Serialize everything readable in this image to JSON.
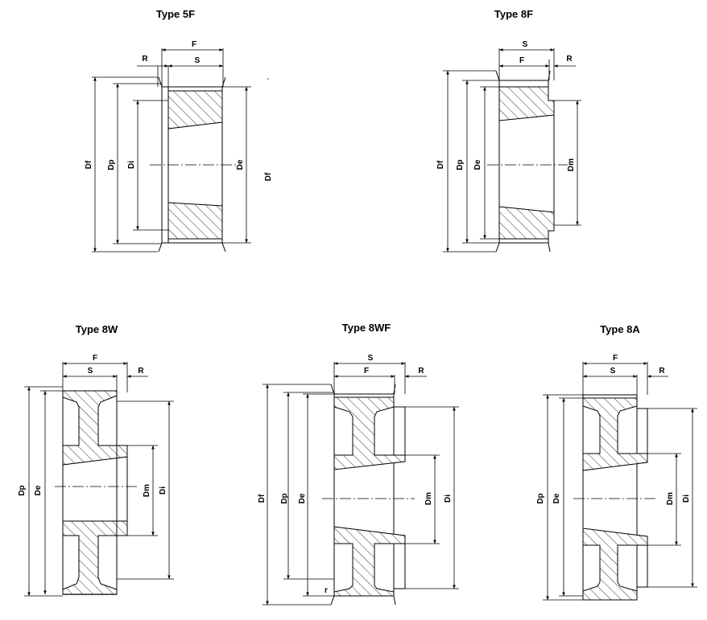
{
  "diagrams": [
    {
      "title": "Type 5F",
      "labels": {
        "F": "F",
        "S": "S",
        "R": "R",
        "Df": "Df",
        "Dp": "Dp",
        "Di": "Di",
        "De": "De",
        "extra": "Df"
      }
    },
    {
      "title": "Type 8F",
      "labels": {
        "S": "S",
        "F": "F",
        "R": "R",
        "Df": "Df",
        "Dp": "Dp",
        "De": "De",
        "Dm": "Dm"
      }
    },
    {
      "title": "Type 8W",
      "labels": {
        "F": "F",
        "S": "S",
        "R": "R",
        "Dp": "Dp",
        "De": "De",
        "Dm": "Dm",
        "Di": "Di"
      }
    },
    {
      "title": "Type 8WF",
      "labels": {
        "S": "S",
        "F": "F",
        "R": "R",
        "Df": "Df",
        "Dp": "Dp",
        "De": "De",
        "Dm": "Dm",
        "Di": "Di",
        "r": "r"
      }
    },
    {
      "title": "Type 8A",
      "labels": {
        "F": "F",
        "S": "S",
        "R": "R",
        "Dp": "Dp",
        "De": "De",
        "Dm": "Dm",
        "Di": "Di"
      }
    }
  ],
  "colors": {
    "line": "#000000",
    "background": "#ffffff"
  }
}
